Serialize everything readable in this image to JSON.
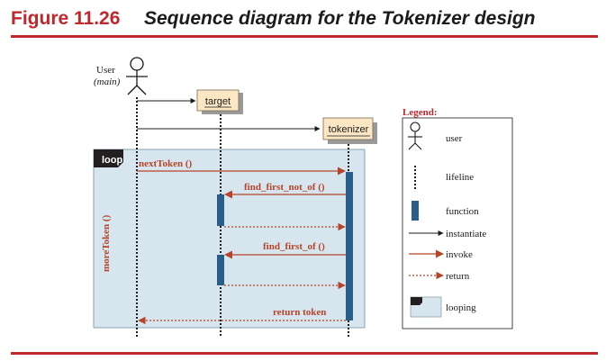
{
  "figure": {
    "number": "Figure 11.26",
    "title": "Sequence diagram for the Tokenizer design"
  },
  "actor": {
    "name": "User",
    "role": "(main)"
  },
  "objects": {
    "target": "target",
    "tokenizer": "tokenizer"
  },
  "loop": {
    "tag": "loop",
    "condition": "moreToken ()"
  },
  "messages": {
    "next_token": "nextToken ()",
    "find_first_not_of": "find_first_not_of ()",
    "find_first_of": "find_first_of ()",
    "return_token": "return token"
  },
  "legend": {
    "title": "Legend:",
    "user": "user",
    "lifeline": "lifeline",
    "function": "function",
    "instantiate": "instantiate",
    "invoke": "invoke",
    "return": "return",
    "looping": "looping"
  },
  "colors": {
    "accent": "#c0272d",
    "message": "#b5442a",
    "activation": "#2a5d8a",
    "object_fill": "#fbe7c4",
    "loop_fill": "#d7e6ee",
    "loop_tag": "#231f20"
  }
}
